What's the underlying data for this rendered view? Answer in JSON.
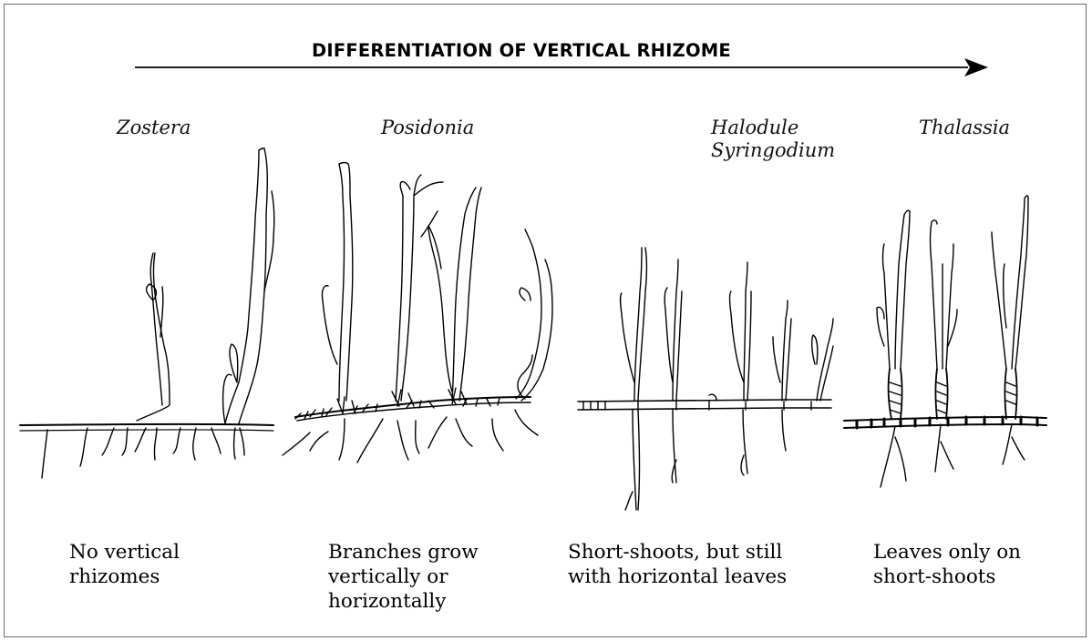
{
  "heading": "DIFFERENTIATION OF VERTICAL RHIZOME",
  "columns": [
    {
      "genus_lines": [
        "Zostera"
      ],
      "caption_lines": [
        "No vertical",
        "rhizomes"
      ]
    },
    {
      "genus_lines": [
        "Posidonia"
      ],
      "caption_lines": [
        "Branches grow",
        "vertically or",
        "horizontally"
      ]
    },
    {
      "genus_lines": [
        "Halodule",
        "Syringodium"
      ],
      "caption_lines": [
        "Short-shoots, but still",
        "with horizontal leaves"
      ]
    },
    {
      "genus_lines": [
        "Thalassia"
      ],
      "caption_lines": [
        "Leaves only on",
        "short-shoots"
      ]
    }
  ]
}
